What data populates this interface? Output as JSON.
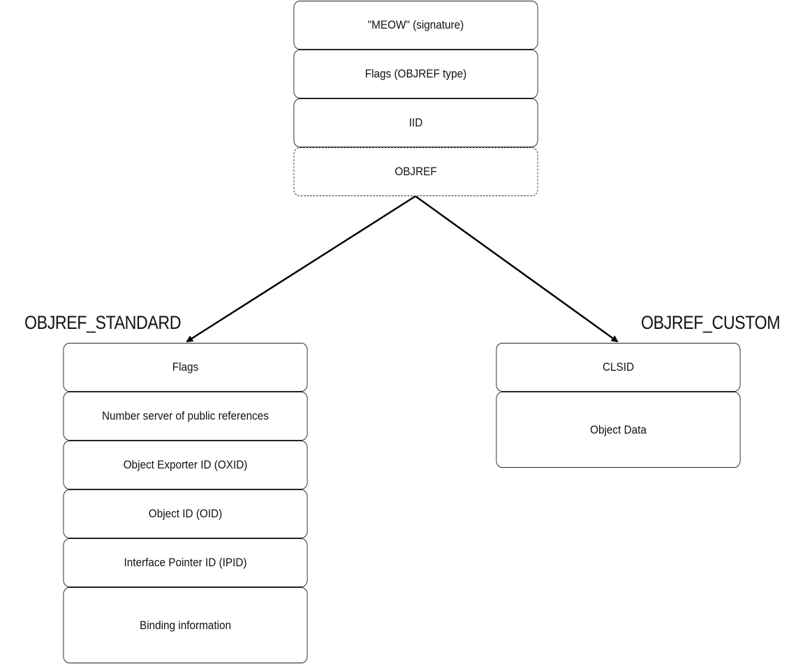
{
  "top_stack": [
    {
      "label": "\"MEOW\" (signature)",
      "style": "solid"
    },
    {
      "label": "Flags (OBJREF type)",
      "style": "solid"
    },
    {
      "label": "IID",
      "style": "solid"
    },
    {
      "label": "OBJREF",
      "style": "dashed"
    }
  ],
  "standard": {
    "title": "OBJREF_STANDARD",
    "fields": [
      "Flags",
      "Number server of public references",
      "Object Exporter ID (OXID)",
      "Object ID (OID)",
      "Interface Pointer ID (IPID)",
      "Binding information"
    ]
  },
  "custom": {
    "title": "OBJREF_CUSTOM",
    "fields": [
      "CLSID",
      "Object Data"
    ]
  },
  "connectors": [
    {
      "from": "OBJREF",
      "to": "OBJREF_STANDARD"
    },
    {
      "from": "OBJREF",
      "to": "OBJREF_CUSTOM"
    }
  ]
}
